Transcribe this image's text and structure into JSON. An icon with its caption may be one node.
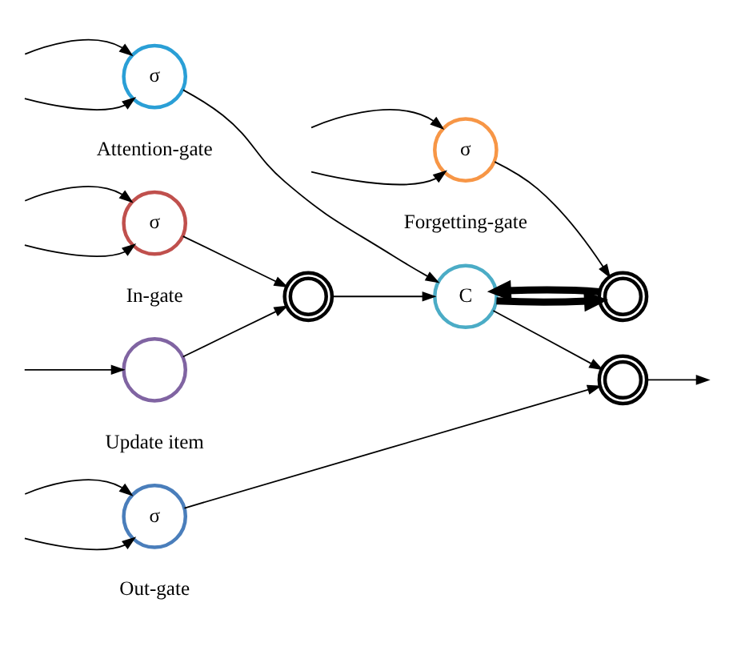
{
  "diagram": {
    "nodes": [
      {
        "text": [
          "σ"
        ],
        "beside": [
          "Out-gate"
        ]
      },
      {
        "text": [
          "σ"
        ],
        "beside": [
          "Attention-gate"
        ]
      },
      {
        "text": [
          "σ"
        ],
        "beside": [
          "In-gate"
        ]
      },
      {
        "text": [
          "C"
        ]
      },
      {
        "text": [],
        "shape": "circle"
      },
      {
        "text": [],
        "shape": "circle"
      },
      {
        "text": [
          "σ"
        ],
        "beside": [
          "Forgetting-gate"
        ]
      },
      {
        "text": [],
        "shape": "circle"
      },
      {
        "text": [],
        "shape": "circle",
        "beside": [
          "Update item"
        ]
      }
    ],
    "edges": [
      {
        "from": null,
        "to": 0,
        "arrow": "to"
      },
      {
        "from": null,
        "to": 0,
        "arrow": "to"
      },
      {
        "from": null,
        "to": 1,
        "arrow": "to"
      },
      {
        "from": null,
        "to": 1,
        "arrow": "to"
      },
      {
        "from": null,
        "to": 2,
        "arrow": "to"
      },
      {
        "from": null,
        "to": 2,
        "arrow": "to"
      },
      {
        "from": null,
        "to": 6,
        "arrow": "to"
      },
      {
        "from": null,
        "to": 6,
        "arrow": "to"
      },
      {
        "from": null,
        "to": 8,
        "arrow": "to"
      },
      {
        "from": 0,
        "to": 4,
        "arrow": "to"
      },
      {
        "from": 4,
        "to": null,
        "arrow": "to"
      },
      {
        "from": 1,
        "to": 3,
        "arrow": "to"
      },
      {
        "from": 2,
        "to": 7,
        "arrow": "to"
      },
      {
        "from": 8,
        "to": 7,
        "arrow": "to"
      },
      {
        "from": 7,
        "to": 3,
        "arrow": "to"
      },
      {
        "from": 3,
        "to": 4,
        "arrow": "to"
      },
      {
        "from": 6,
        "to": 5,
        "arrow": "to"
      },
      {
        "from": 3,
        "to": 5,
        "arrow": "to",
        "style": "thick"
      },
      {
        "from": 5,
        "to": 3,
        "arrow": "to",
        "style": "thick"
      }
    ]
  }
}
